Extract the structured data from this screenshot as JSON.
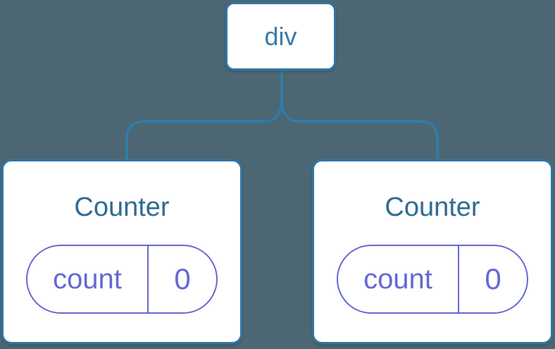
{
  "tree": {
    "root": {
      "label": "div"
    },
    "children": [
      {
        "label": "Counter",
        "state": {
          "key": "count",
          "value": "0"
        }
      },
      {
        "label": "Counter",
        "state": {
          "key": "count",
          "value": "0"
        }
      }
    ]
  },
  "colors": {
    "background": "#4D6673",
    "node_fill": "#FFFFFF",
    "node_border": "#2F76A6",
    "connector": "#2E7DAD",
    "root_label_text": "#3B7CA8",
    "component_title_text": "#2F6C92",
    "state_pill": "#6669D2"
  }
}
